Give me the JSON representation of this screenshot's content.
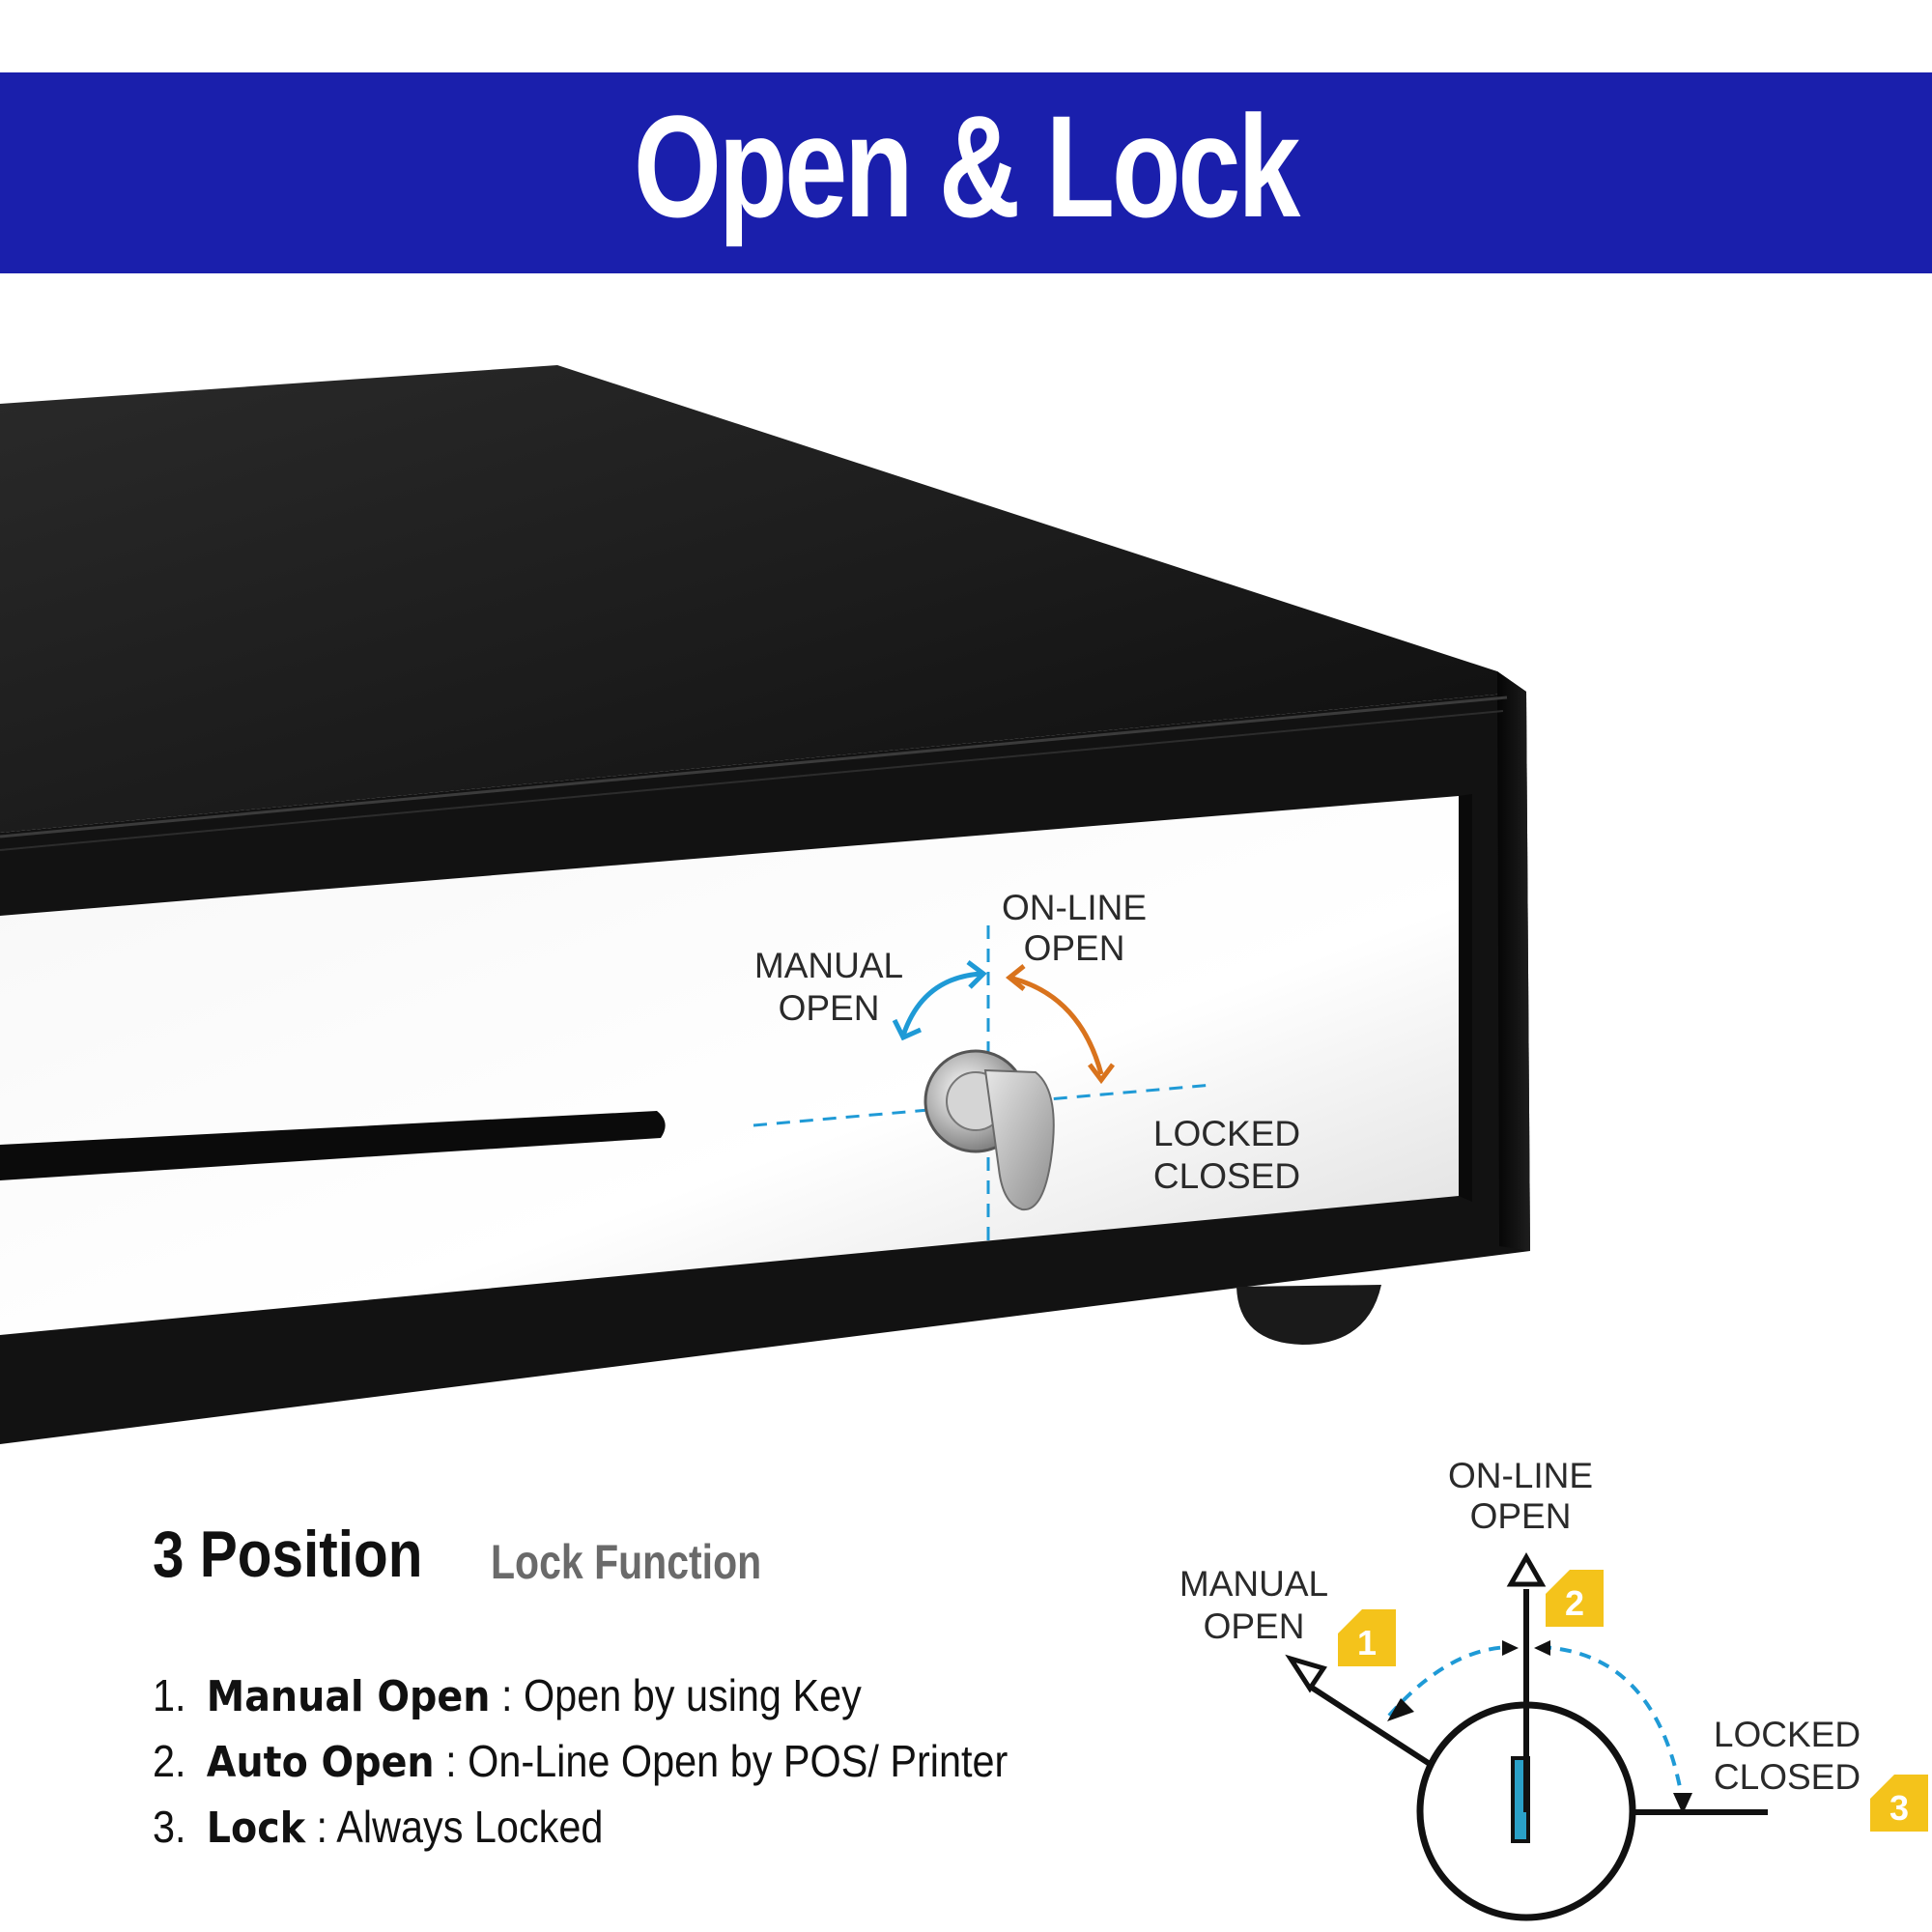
{
  "banner": {
    "title": "Open & Lock"
  },
  "photo_labels": {
    "online_open": [
      "ON-LINE",
      "OPEN"
    ],
    "manual_open": [
      "MANUAL",
      "OPEN"
    ],
    "locked_closed": [
      "LOCKED",
      "CLOSED"
    ]
  },
  "info": {
    "title": "3 Position",
    "subtitle": "Lock Function",
    "items": [
      {
        "num": "1.",
        "term": "Manual Open",
        "desc": " : Open by using Key"
      },
      {
        "num": "2.",
        "term": "Auto Open",
        "desc": " : On-Line Open by POS/ Printer"
      },
      {
        "num": "3.",
        "term": "Lock",
        "desc": " : Always Locked"
      }
    ]
  },
  "diagram": {
    "online_open": [
      "ON-LINE",
      "OPEN"
    ],
    "manual_open": [
      "MANUAL",
      "OPEN"
    ],
    "locked_closed": [
      "LOCKED",
      "CLOSED"
    ],
    "badges": [
      "1",
      "2",
      "3"
    ]
  },
  "colors": {
    "banner": "#1a1fac",
    "guide_blue": "#1f9ad6",
    "arrow_orange": "#d9731d",
    "badge_yellow": "#f4c31b",
    "drawer_black": "#151515"
  }
}
